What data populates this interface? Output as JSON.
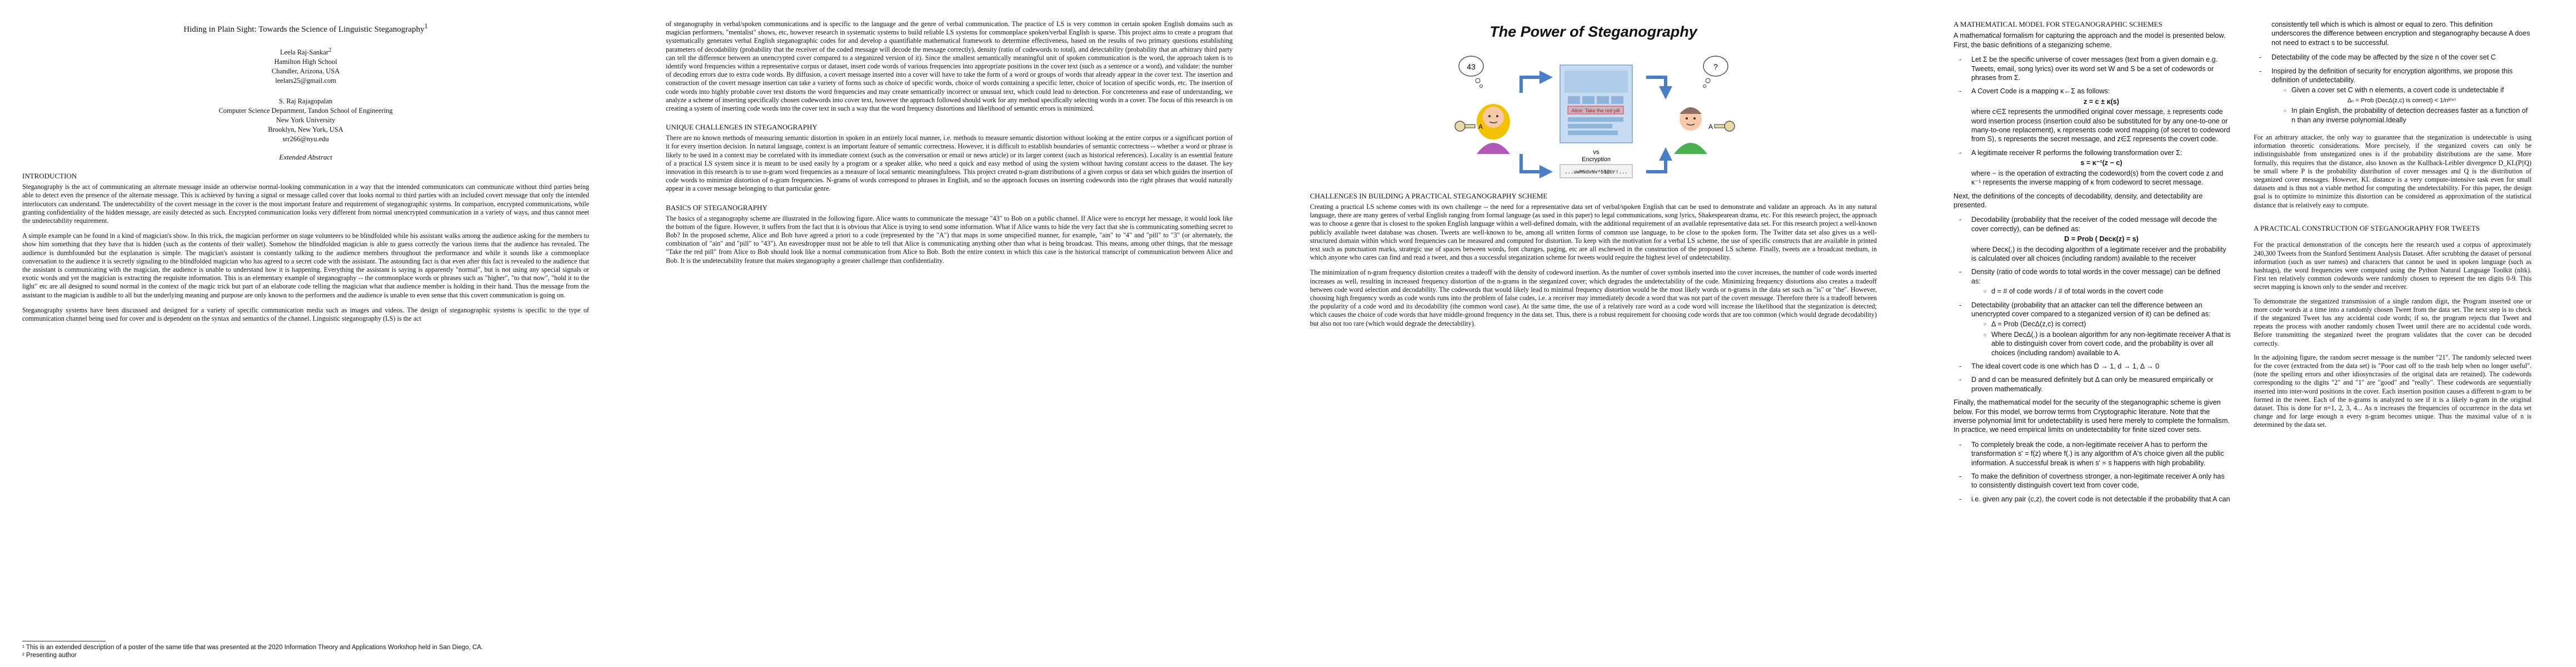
{
  "page1": {
    "title": "Hiding in Plain Sight: Towards the Science of Linguistic Steganography",
    "title_sup": "1",
    "author1": {
      "name": "Leela Raj-Sankar",
      "name_sup": "2",
      "affil": "Hamilton High School",
      "city": "Chandler, Arizona, USA",
      "email": "leelars25@gmail.com"
    },
    "author2": {
      "name": "S. Raj Rajagopalan",
      "affil": "Computer Science Department, Tandon School of Engineering",
      "univ": "New York University",
      "city": "Brooklyn, New York, USA",
      "email": "srr266@nyu.edu"
    },
    "abstract_heading": "Extended Abstract",
    "intro_heading": "INTRODUCTION",
    "para1": "Steganography is the act of communicating an alternate message inside an otherwise normal-looking communication in a way that the intended communicators can communicate without third parties being able to detect even the presence of the alternate message. This is achieved by having a signal or message called cover that looks normal to third parties with an included covert message that only the intended interlocutors can understand. The undetectability of the covert message in the cover is the most important feature and requirement of steganographic systems. In comparison, encrypted communications, while granting confidentiality of the hidden message, are easily detected as such. Encrypted communication looks very different from normal unencrypted communication in a variety of ways, and thus cannot meet the undetectability requirement.",
    "para2": "A simple example can be found in a kind of magician's show. In this trick, the magician performer on stage volunteers to be blindfolded while his assistant walks among the audience asking for the members to show him something that they have that is hidden (such as the contents of their wallet). Somehow the blindfolded magician is able to guess correctly the various items that the audience has revealed. The audience is dumbfounded but the explanation is simple. The magician's assistant is constantly talking to the audience members throughout the performance and while it sounds like a commonplace conversation to the audience it is secretly signaling to the blindfolded magician who has agreed to a secret code with the assistant. The astounding fact is that even after this fact is revealed to the audience that the assistant is communicating with the magician, the audience is unable to understand how it is happening. Everything the assistant is saying is apparently \"normal\", but is not using any special signals or exotic words and yet the magician is extracting the requisite information. This is an elementary example of steganography -- the commonplace words or phrases such as \"higher\", \"to that now\", \"hold it to the light\" etc are all designed to sound normal in the context of the magic trick but part of an elaborate code telling the magician what that audience member is holding in their hand. Thus the message from the assistant to the magician is audible to all but the underlying meaning and purpose are only known to the performers and the audience is unable to even sense that this covert communication is going on.",
    "para3": "Steganography systems have been discussed and designed for a variety of specific communication media such as images and videos. The design of steganographic systems is specific to the type of communication channel being used for cover and is dependent on the syntax and semantics of the channel. Linguistic steganography (LS) is the act",
    "footnote1": "¹ This is an extended description of a poster of the same title that was presented at the 2020 Information Theory and Applications Workshop held in San Diego, CA.",
    "footnote2": "² Presenting author"
  },
  "page2": {
    "para1": "of steganography in verbal/spoken communications and is specific to the language and the genre of verbal communication. The practice of LS is very common in certain spoken English domains such as magician performers, \"mentalist\" shows, etc, however research in systematic systems to build reliable LS systems for commonplace spoken/verbal English is sparse. This project aims to create a program that systematically generates verbal English steganographic codes for and develop a quantifiable mathematical framework to determine effectiveness, based on the results of two primary questions establishing parameters of decodability (probability that the receiver of the coded message will decode the message correctly), density (ratio of codewords to total), and detectability (probability that an arbitrary third party can tell the difference between an unencrypted cover compared to a steganized version of it). Since the smallest semantically meaningful unit of spoken communication is the word, the approach taken is to identify word frequencies within a representative corpus or dataset, insert code words of various frequencies into appropriate positions in the cover text (such as a sentence or a word), and validate: the number of decoding errors due to extra code words. By diffusion, a covert message inserted into a cover will have to take the form of a word or groups of words that already appear in the cover text. The insertion and construction of the covert message insertion can take a variety of forms such as choice of specific words, choice of words containing a specific letter, choice of location of specific words, etc. The insertion of code words into highly probable cover text distorts the word frequencies and may create semantically incorrect or unusual text, which could lead to detection. For concreteness and ease of understanding, we analyze a scheme of inserting specifically chosen codewords into cover text, however the approach followed should work for any method specifically selecting words in a cover. The focus of this research is on creating a system of inserting code words into the cover text in such a way that the word frequency distortions and likelihood of semantic errors is minimized.",
    "sec2_heading": "UNIQUE CHALLENGES IN STEGANOGRAPHY",
    "para2": "There are no known methods of measuring semantic distortion in spoken in an entirely local manner, i.e. methods to measure semantic distortion without looking at the entire corpus or a significant portion of it for every insertion decision. In natural language, context is an important feature of semantic correctness. However, it is difficult to establish boundaries of semantic correctness -- whether a word or phrase is likely to be used in a context may be correlated with its immediate context (such as the conversation or email or news article) or its larger context (such as historical references). Locality is an essential feature of a practical LS system since it is meant to be used easily by a program or a speaker alike, who need a quick and easy method of using the system without having constant access to the dataset. The key innovation in this research is to use n-gram word frequencies as a measure of local semantic meaningfulness. This project created n-gram distributions of a given corpus or data set which guides the insertion of code words to minimize distortion of n-gram frequencies. N-grams of words correspond to phrases in English, and so the approach focuses on inserting codewords into the right phrases that would naturally appear in a cover message belonging to that particular genre.",
    "sec3_heading": "BASICS OF STEGANOGRAPHY",
    "para3": "The basics of a steganography scheme are illustrated in the following figure. Alice wants to communicate the message \"43\" to Bob on a public channel. If Alice were to encrypt her message, it would look like the bottom of the figure. However, it suffers from the fact that it is obvious that Alice is trying to send some information. What if Alice wants to hide the very fact that she is communicating something secret to Bob? In the proposed scheme, Alice and Bob have agreed a priori to a code (represented by the \"A\") that maps in some unspecified manner, for example, \"ain\" to \"4\" and \"pill\" to \"3\" (or alternately, the combination of \"ain\" and \"pill\" to \"43\"). An eavesdropper must not be able to tell that Alice is communicating anything other than what is being broadcast. This means, among other things, that the message \"Take the red pill\" from Alice to Bob should look like a normal communication from Alice to Bob. Both the entire context in which this case is the historical transcript of communication between Alice and Bob. It is the undetectability feature that makes steganography a greater challenge than confidentiality."
  },
  "page3": {
    "figure": {
      "title": "The Power of Steganography",
      "bubble_left": "43",
      "bubble_right": "?",
      "key_left": "A",
      "key_right": "A",
      "stego_message": "Alice: Take the red pill",
      "vs_label": "vs",
      "encryption_label": "Encryption",
      "cipher_text": "...uwMNdvNv^5$@Ur!...",
      "colors": {
        "arrow": "#4a7fc7",
        "alice_hair": "#f2c200",
        "alice_dress": "#b05ab8",
        "bob_shirt": "#4caf50",
        "key_fill": "#e8d9a6",
        "highlight": "#e53935"
      }
    },
    "sec_heading": "CHALLENGES IN BUILDING A PRACTICAL STEGANOGRAPHY SCHEME",
    "para1": "Creating a practical LS scheme comes with its own challenge -- the need for a representative data set of verbal/spoken English that can be used to demonstrate and validate an approach. As in any natural language, there are many genres of verbal English ranging from formal language (as used in this paper) to legal communications, song lyrics, Shakespearean drama, etc. For this research project, the approach was to choose a genre that is closest to the spoken English language within a well-defined domain, with the additional requirement of an available representative data set. For this research project a well-known publicly available tweet database was chosen. Tweets are well-known to be, among all written forms of common use language, to be close to the spoken form. The Twitter data set also gives us a well-structured domain within which word frequencies can be measured and computed for distortion. To keep with the motivation for a verbal LS scheme, the use of specific constructs that are available in printed text such as punctuation marks, strategic use of spaces between words, font changes, paging, etc are all eschewed in the construction of the proposed LS scheme. Finally, tweets are a broadcast medium, in which anyone who cares can find and read a tweet, and thus a successful steganization scheme for tweets would require the highest level of undetectability.",
    "para2": "The minimization of n-gram frequency distortion creates a tradeoff with the density of codeword insertion. As the number of cover symbols inserted into the cover increases, the number of code words inserted increases as well, resulting in increased frequency distortion of the n-grams in the steganized cover; which degrades the undetectability of the code. Minimizing frequency distortions also creates a tradeoff between code word selection and decodability. The codewords that would likely lead to minimal frequency distortion would be the most likely words or n-grams in the data set such as \"is\" or \"the\". However, choosing high frequency words as code words runs into the problem of false codes, i.e. a receiver may immediately decode a word that was not part of the covert message. Therefore there is a tradeoff between the popularity of a code word and its decodability (the common word case). At the same time, the use of a relatively rare word as a code word will increase the likelihood that the steganization is detected; which causes the choice of code words that have middle-ground frequency in the data set. Thus, there is a robust requirement for choosing code words that are too common (which would degrade decodability) but also not too rare (which would degrade the detectability)."
  },
  "page4": {
    "sec_heading": "A MATHEMATICAL MODEL FOR STEGANOGRAPHIC SCHEMES",
    "intro": "A mathematical formalism for capturing the approach and the model is presented below. First, the basic definitions of a steganizing scheme.",
    "b1": "Let Σ be the specific universe of cover messages (text from a given domain e.g. Tweets, email, song lyrics) over its word set W and S be a set of codewords or phrases from Σ.",
    "b2": "A Covert Code is a mapping κ←Σ as follows:",
    "f1": "z = c ± κ(s)",
    "b2b": "where c∈Σ represents the unmodified original cover message, ± represents code word insertion process (insertion could also be substituted for by any one-to-one or many-to-one replacement), κ represents code word mapping (of secret to codeword from S), s represents the secret message, and z∈Σ represents the covert code.",
    "b3": "A legitimate receiver R performs the following transformation over Σ:",
    "f2": "s = κ⁻¹(z − c)",
    "b3b": "where − is the operation of extracting the codeword(s) from the covert code z and κ⁻¹ represents the inverse mapping of κ from codeword to secret message.",
    "defs_intro": "Next, the definitions of the concepts of decodability, density, and detectability are presented.",
    "d1": "Decodability (probability that the receiver of the coded message will decode the cover correctly), can be defined as:",
    "f3": "D = Prob ( Decκ(z) = s)",
    "d1b": "where Decκ(.) is the decoding algorithm of a legitimate receiver and the probability is calculated over all choices (including random) available to the receiver",
    "d2": "Density (ratio of code words to total words in the cover message) can be defined as:",
    "d2s": "d = # of code words / # of total words in the covert code",
    "d3": "Detectability (probability that an attacker can tell the difference between an unencrypted cover compared to a steganized version of it) can be defined as:",
    "d3s1": "Δ = Prob (DecΔ(z,c) is correct)",
    "d3s2": "Where DecΔ(.) is a boolean algorithm for any non-legitimate receiver A that is able to distinguish cover from covert code, and the probability is over all choices (including random) available to A.",
    "d4": "The ideal covert code is one which has D → 1, d → 1, Δ → 0",
    "d5": "D and d can be measured definitely but Δ can only be measured empirically or proven mathematically.",
    "para_final": "Finally, the mathematical model for the security of the steganographic scheme is given below. For this model, we borrow terms from Cryptographic literature. Note that the inverse polynomial limit for undetectability is used here merely to complete the formalism. In practice, we need empirical limits on undetectability for finite sized cover sets.",
    "s1": "To completely break the code, a non-legitimate receiver A has to perform the transformation s' = f(z) where f(.) is any algorithm of A's choice given all the public information. A successful break is when s' = s happens with high probability.",
    "s2": "To make the definition of covertness stronger, a non-legitimate receiver A only has to consistently distinguish covert text from cover code,",
    "s3": "i.e. given any pair (c,z), the covert code is not detectable if the probability that A can",
    "col2_cont": "consistently tell which is which is almost or equal to zero. This definition underscores the difference between encryption and steganography because A does not need to extract s to be successful.",
    "c2": "Detectability of the code may be affected by the size n of the cover set C",
    "c3": "Inspired by the definition of security for encryption algorithms, we propose this definition of undetectability.",
    "c3s1": "Given a cover set C with n elements, a covert code is undetectable if",
    "f4": "Δₙ = Prob (DecΔ(z,c) is correct) < 1/nᵏ⁽ⁿ⁾",
    "c3s2": "In plain English, the probability of detection decreases faster as a function of n than any inverse polynomial.Ideally",
    "para_attacker": "For an arbitrary attacker, the only way to guarantee that the steganization is undetectable is using information theoretic considerations. More precisely, if the steganized covers can only be indistinguishable from unsteganized ones is if the probability distributions are the same. More formally, this requires that the distance, also known as the Kullback-Leibler divergence D_KL(P||Q) be small where P is the probability distribution of cover messages and Q is the distribution of steganized cover messages. However, KL distance is a very compute-intensive task even for small datasets and is thus not a viable method for computing the undetectability. For this paper, the design goal is to optimize to minimize this distortion can be considered as approximation of the statistical distance that is relatively easy to compute.",
    "sec2_heading": "A PRACTICAL CONSTRUCTION OF STEGANOGRAPHY FOR TWEETS",
    "para_t1": "For the practical demonstration of the concepts here the research used a corpus of approximately 240,300 Tweets from the Stanford Sentiment Analysis Dataset. After scrubbing the dataset of personal information (such as user names) and characters that cannot be used in spoken language (such as hashtags), the word frequencies were computed using the Python Natural Language Toolkit (nltk). First ten relatively common codewords were randomly chosen to represent the ten digits 0-9. This secret mapping is known only to the sender and receiver.",
    "para_t2": "To demonstrate the steganized transmission of a single random digit, the Program inserted one or more code words at a time into a randomly chosen Tweet from the data set. The next step is to check if the steganized Tweet has any accidental code words; if so, the program rejects that Tweet and repeats the process with another randomly chosen Tweet until there are no accidental code words. Before transmitting the steganized tweet the program validates that the cover can be decoded correctly.",
    "para_t3": "In the adjoining figure, the random secret message is the number \"21\". The randomly selected tweet for the cover (extracted from the data set) is \"Poor cast off to the trash help when no longer useful\". (note the spelling errors and other idiosyncrasies of the original data are retained). The codewords corresponding to the digits \"2\" and \"1\" are \"good\" and \"really\". These codewords are sequentially inserted into inter-word positions in the cover. Each insertion position causes a different n-gram to be formed in the tweet. Each of the n-grams is analyzed to see if it is a likely n-gram in the original dataset. This is done for n=1, 2, 3, 4... As n increases the frequencies of occurrence in the data set change and for large enough n every n-gram becomes unique. Thus the maximal value of n is determined by the data set."
  }
}
